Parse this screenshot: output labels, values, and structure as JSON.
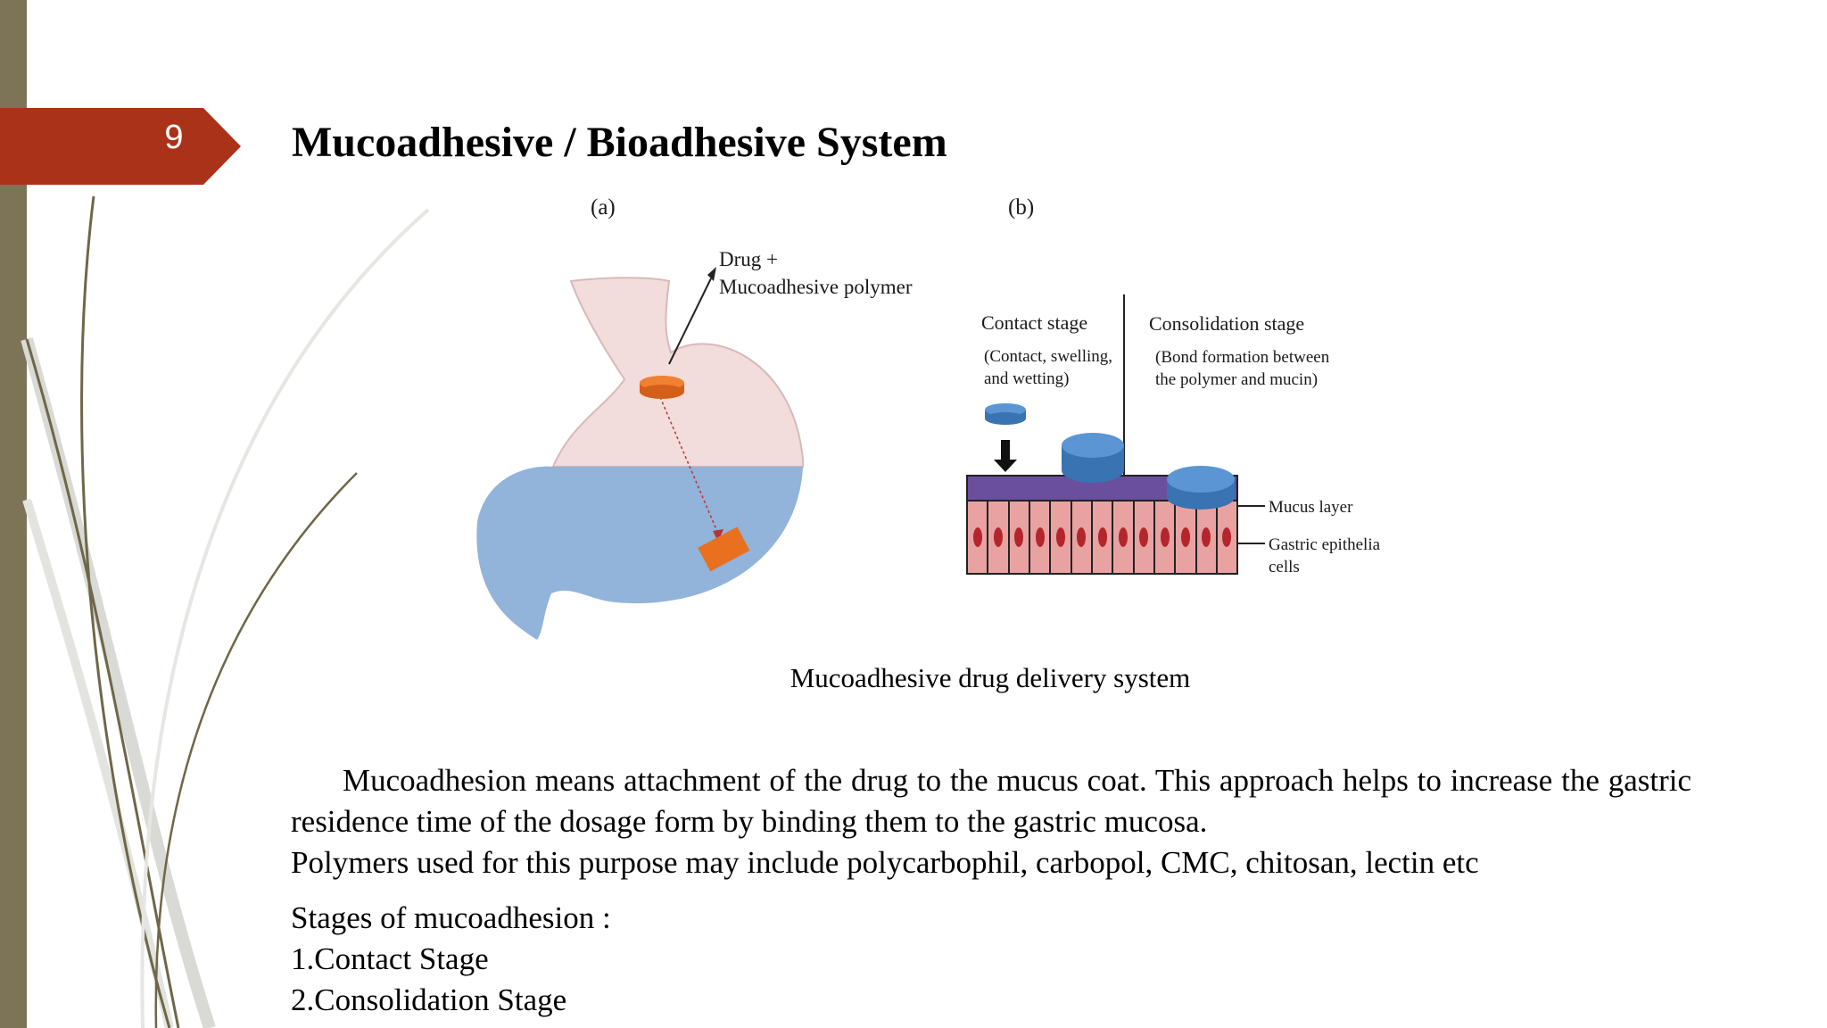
{
  "slide": {
    "number": "9",
    "title": "Mucoadhesive / Bioadhesive System"
  },
  "figure": {
    "panel_a": {
      "label": "(a)",
      "annotation_line1": "Drug +",
      "annotation_line2": "Mucoadhesive polymer"
    },
    "panel_b": {
      "label": "(b)",
      "contact_title": "Contact stage",
      "contact_desc_line1": "(Contact, swelling,",
      "contact_desc_line2": "and wetting)",
      "consolidation_title": "Consolidation stage",
      "consolidation_desc_line1": "(Bond formation between",
      "consolidation_desc_line2": "the polymer and mucin)",
      "mucus_label": "Mucus layer",
      "epithelia_label_line1": "Gastric epithelia",
      "epithelia_label_line2": "cells"
    },
    "caption": "Mucoadhesive drug delivery system",
    "colors": {
      "stomach_upper": "#f2dcdc",
      "stomach_lower": "#92b3da",
      "tablet": "#e8701f",
      "disc": "#4a86c6",
      "mucus": "#6a4f9e",
      "cells": "#e8a2a2",
      "nucleus": "#b3262c"
    }
  },
  "body": {
    "paragraph1": "Mucoadhesion means attachment of the drug to the mucus coat. This approach helps to increase the gastric residence time of the dosage form by binding them to the gastric mucosa.",
    "paragraph2": "Polymers used for this purpose may include polycarbophil, carbopol, CMC, chitosan, lectin etc",
    "stages_heading": "Stages of mucoadhesion :",
    "stage1": "1.Contact Stage",
    "stage2": "2.Consolidation Stage"
  },
  "theme": {
    "accent": "#a93219",
    "left_bar": "#7d7356"
  }
}
